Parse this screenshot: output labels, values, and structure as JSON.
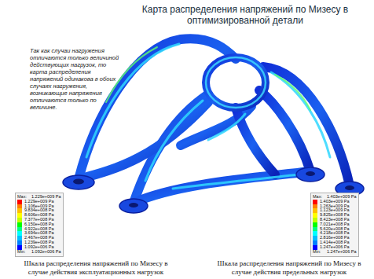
{
  "diagram": {
    "title": "Карта распределения напряжений по Мизесу в оптимизированной детали",
    "labels": [
      "Так как случаи нагружения отличаются только величиной действующих нагрузок, то карта распределения напряжений одинакова в обоих случаях нагружения, возникающие напряжения отличаются только по величине.",
      "Max:",
      "1.229e+009 Pa",
      "Min:",
      "1.092e+006 Pa",
      "Max:",
      "1.403e+009 Pa",
      "Min:",
      "1.247e+006 Pa",
      "Шкала распределения напряжений по Мизесу в случае действия эксплуатационных нагрузок",
      "Шкала распределения напряжений по Мизесу в случае действия предельных нагрузок"
    ],
    "legend": [
      {
        "text": "1.229e+009 Pa",
        "color": "#ff0000"
      },
      {
        "text": "1.106e+009 Pa",
        "color": "#ff7f00"
      },
      {
        "text": "9.834e+008 Pa",
        "color": "#ffbf00"
      },
      {
        "text": "8.606e+008 Pa",
        "color": "#ffff00"
      },
      {
        "text": "7.377e+008 Pa",
        "color": "#bfff00"
      },
      {
        "text": "6.150e+008 Pa",
        "color": "#00ff00"
      },
      {
        "text": "4.922e+008 Pa",
        "color": "#00ff80"
      },
      {
        "text": "3.694e+008 Pa",
        "color": "#00ffff"
      },
      {
        "text": "2.467e+008 Pa",
        "color": "#00bfff"
      },
      {
        "text": "1.239e+008 Pa",
        "color": "#0080ff"
      },
      {
        "text": "1.092e+006 Pa",
        "color": "#0000ff"
      },
      {
        "text": "1.403e+009 Pa",
        "color": "#ff0000"
      },
      {
        "text": "1.263e+009 Pa",
        "color": "#ff7f00"
      },
      {
        "text": "1.123e+009 Pa",
        "color": "#ffbf00"
      },
      {
        "text": "9.825e+008 Pa",
        "color": "#ffff00"
      },
      {
        "text": "8.423e+008 Pa",
        "color": "#bfff00"
      },
      {
        "text": "7.021e+008 Pa",
        "color": "#00ff00"
      },
      {
        "text": "5.620e+008 Pa",
        "color": "#00ff80"
      },
      {
        "text": "4.218e+008 Pa",
        "color": "#00ffff"
      },
      {
        "text": "2.816e+008 Pa",
        "color": "#00bfff"
      },
      {
        "text": "1.414e+008 Pa",
        "color": "#0080ff"
      },
      {
        "text": "1.247e+006 Pa",
        "color": "#0000ff"
      }
    ]
  }
}
